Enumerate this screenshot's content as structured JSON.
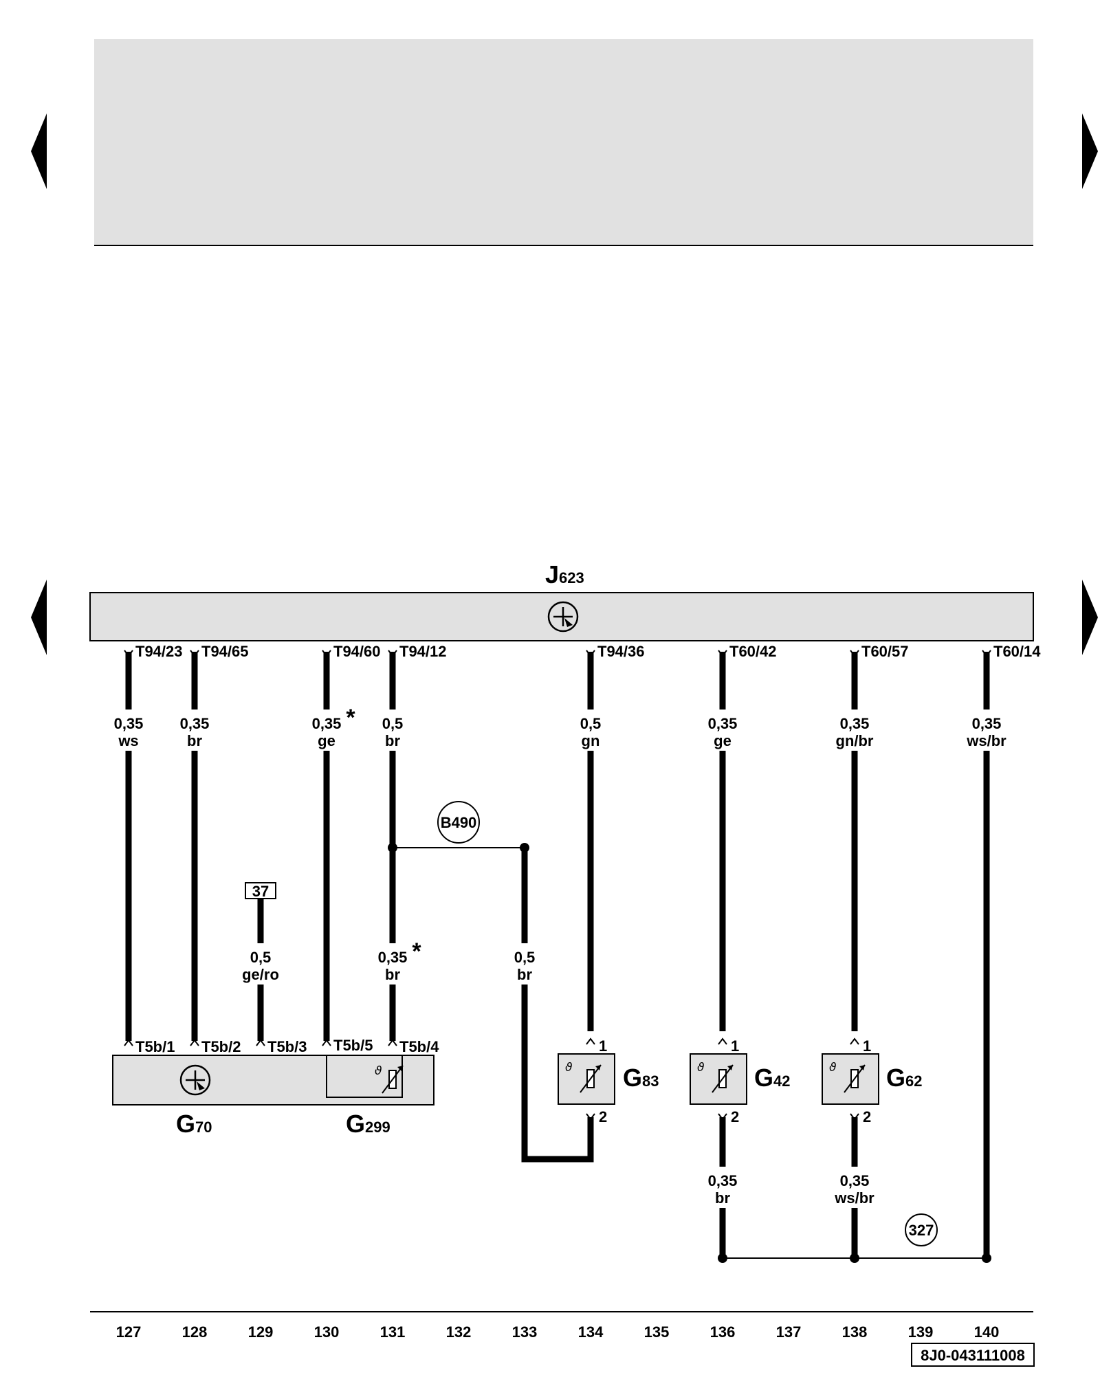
{
  "components": {
    "j623": {
      "letter": "J",
      "number": "623"
    },
    "g70": {
      "letter": "G",
      "number": "70"
    },
    "g299": {
      "letter": "G",
      "number": "299"
    },
    "g83": {
      "letter": "G",
      "number": "83"
    },
    "g42": {
      "letter": "G",
      "number": "42"
    },
    "g62": {
      "letter": "G",
      "number": "62"
    }
  },
  "top_pins": [
    "T94/23",
    "T94/65",
    "T94/60",
    "T94/12",
    "T94/36",
    "T60/42",
    "T60/57",
    "T60/14"
  ],
  "wires": [
    {
      "size": "0,35",
      "color": "ws"
    },
    {
      "size": "0,35",
      "color": "br"
    },
    {
      "size": "0,35",
      "color": "ge"
    },
    {
      "size": "0,5",
      "color": "br"
    },
    {
      "size": "0,5",
      "color": "gn"
    },
    {
      "size": "0,35",
      "color": "ge"
    },
    {
      "size": "0,35",
      "color": "gn/br"
    },
    {
      "size": "0,35",
      "color": "ws/br"
    },
    {
      "size": "0,5",
      "color": "ge/ro"
    },
    {
      "size": "0,35",
      "color": "br"
    },
    {
      "size": "0,5",
      "color": "br"
    },
    {
      "size": "0,35",
      "color": "br"
    },
    {
      "size": "0,35",
      "color": "ws/br"
    }
  ],
  "asterisk": "*",
  "g70_pins": [
    "T5b/1",
    "T5b/2",
    "T5b/3",
    "T5b/5",
    "T5b/4"
  ],
  "sensor_pins": {
    "top": "1",
    "bottom": "2"
  },
  "ref_box": "37",
  "circle_b490": "B490",
  "circle_327": "327",
  "footer_numbers": [
    "127",
    "128",
    "129",
    "130",
    "131",
    "132",
    "133",
    "134",
    "135",
    "136",
    "137",
    "138",
    "139",
    "140"
  ],
  "doc_code": "8J0-043111008"
}
